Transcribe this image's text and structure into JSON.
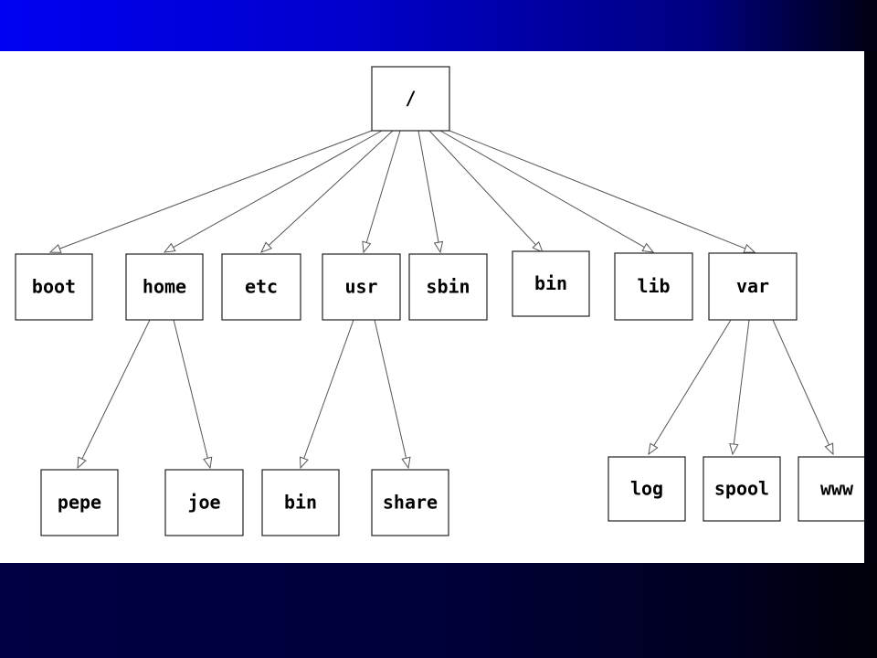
{
  "colors": {
    "canvas": "#ffffff",
    "node_fill": "#ffffff",
    "node_border": "#222222",
    "edge": "#555555"
  },
  "tree": {
    "root": {
      "id": "root",
      "label": "/"
    },
    "children": [
      {
        "id": "boot",
        "label": "boot"
      },
      {
        "id": "home",
        "label": "home",
        "children": [
          {
            "id": "pepe",
            "label": "pepe"
          },
          {
            "id": "joe",
            "label": "joe"
          }
        ]
      },
      {
        "id": "etc",
        "label": "etc"
      },
      {
        "id": "usr",
        "label": "usr",
        "children": [
          {
            "id": "usr-bin",
            "label": "bin"
          },
          {
            "id": "share",
            "label": "share"
          }
        ]
      },
      {
        "id": "sbin",
        "label": "sbin"
      },
      {
        "id": "bin",
        "label": "bin"
      },
      {
        "id": "lib",
        "label": "lib"
      },
      {
        "id": "var",
        "label": "var",
        "children": [
          {
            "id": "log",
            "label": "log"
          },
          {
            "id": "spool",
            "label": "spool"
          },
          {
            "id": "www",
            "label": "www"
          }
        ]
      }
    ]
  }
}
